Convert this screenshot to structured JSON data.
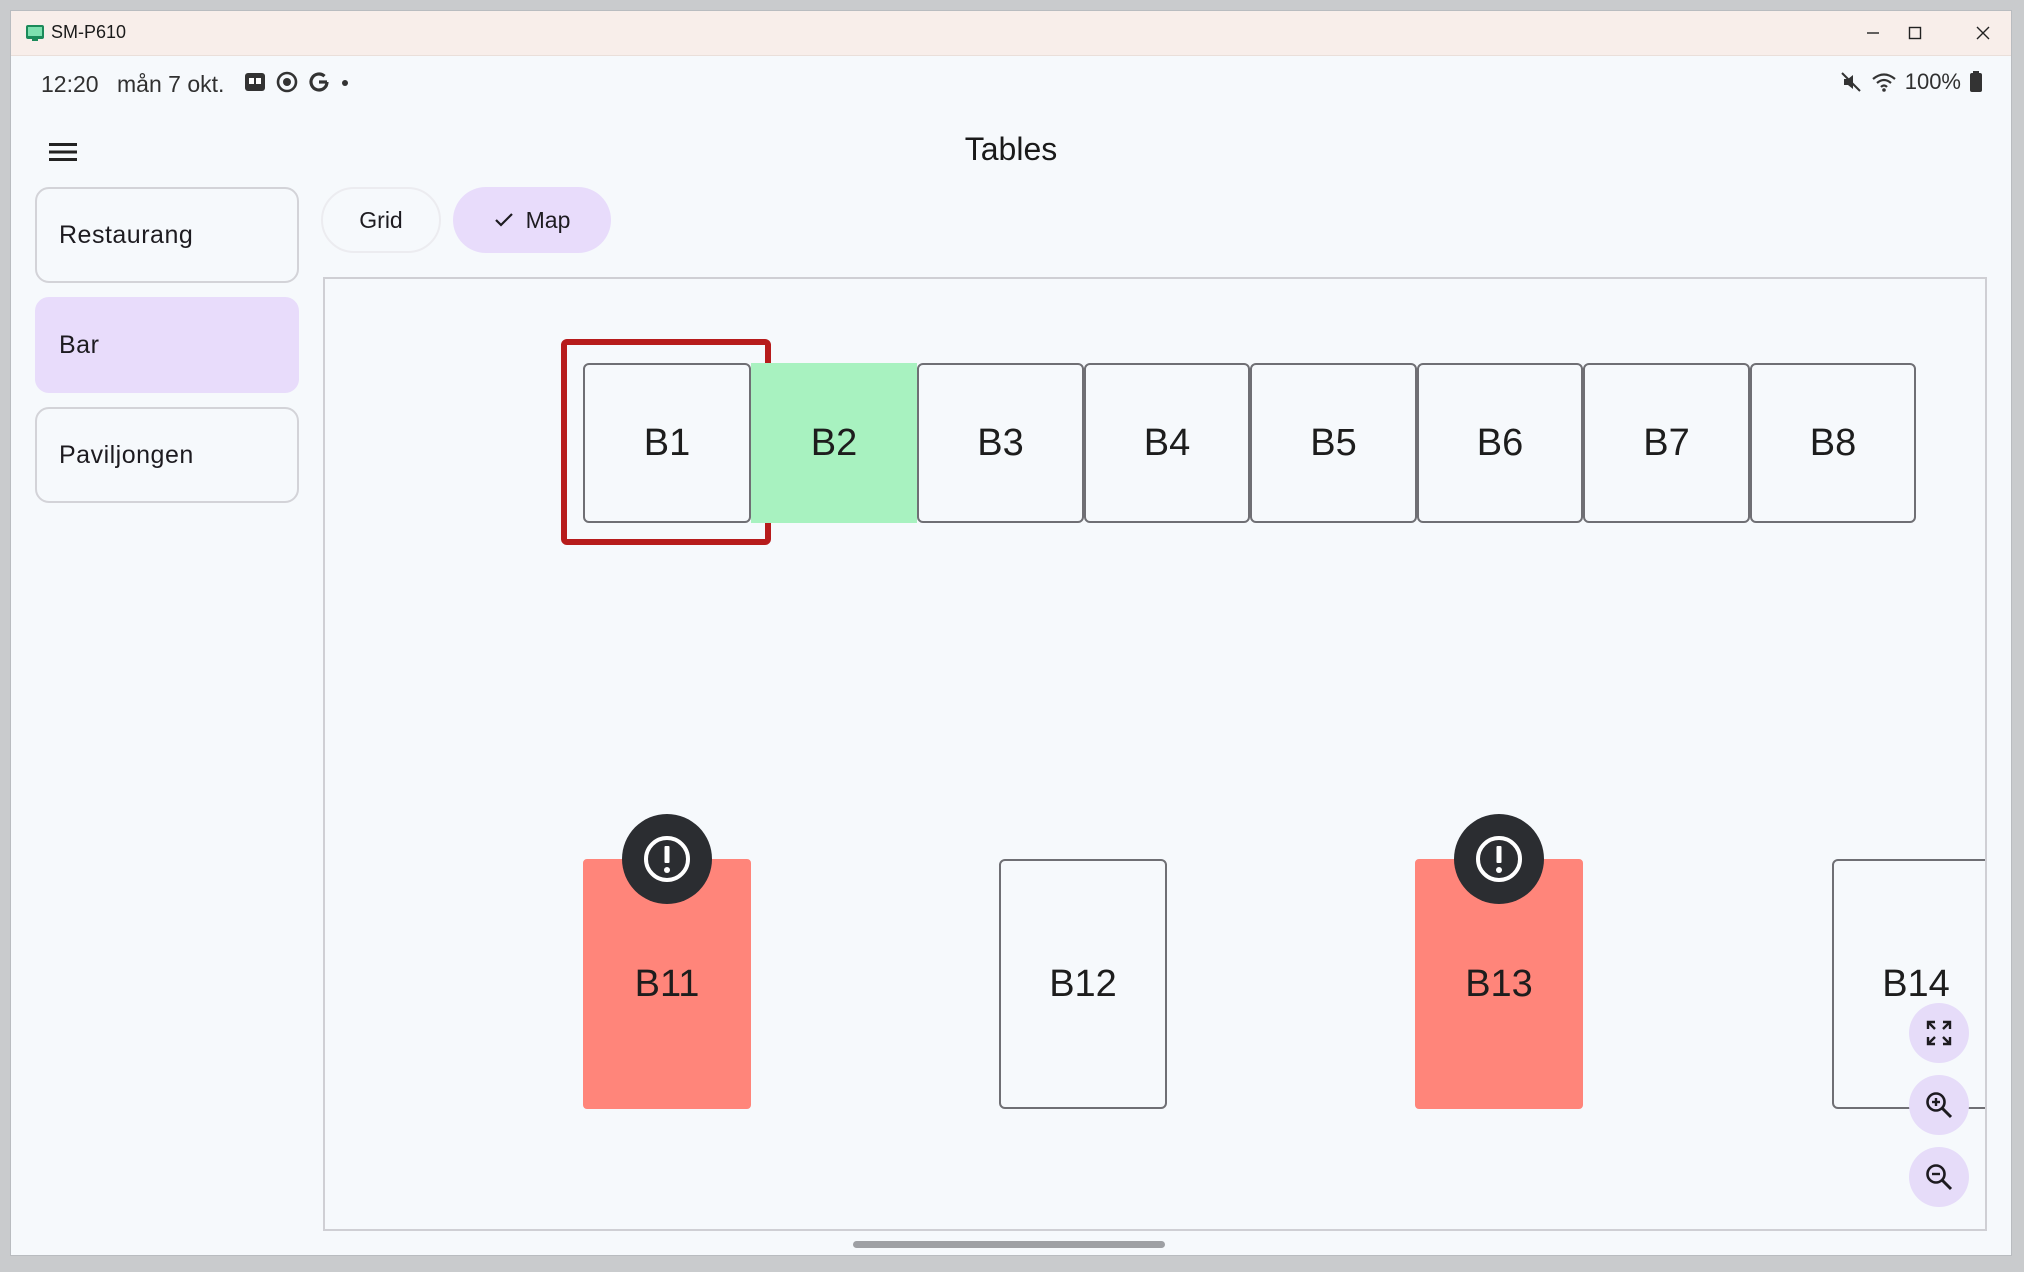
{
  "window": {
    "title": "SM-P610"
  },
  "status": {
    "time": "12:20",
    "date": "mån 7 okt.",
    "battery": "100%"
  },
  "header": {
    "title": "Tables"
  },
  "areas": [
    {
      "label": "Restaurang",
      "selected": false
    },
    {
      "label": "Bar",
      "selected": true
    },
    {
      "label": "Paviljongen",
      "selected": false
    }
  ],
  "view_toggle": {
    "grid_label": "Grid",
    "map_label": "Map",
    "selected": "Map"
  },
  "tables": {
    "B1": {
      "label": "B1",
      "status": "selected"
    },
    "B2": {
      "label": "B2",
      "status": "green"
    },
    "B3": {
      "label": "B3"
    },
    "B4": {
      "label": "B4"
    },
    "B5": {
      "label": "B5"
    },
    "B6": {
      "label": "B6"
    },
    "B7": {
      "label": "B7"
    },
    "B8": {
      "label": "B8"
    },
    "B11": {
      "label": "B11",
      "status": "alert"
    },
    "B12": {
      "label": "B12"
    },
    "B13": {
      "label": "B13",
      "status": "alert"
    },
    "B14": {
      "label": "B14"
    }
  },
  "colors": {
    "selected_outline": "#b71c1c",
    "occupied": "#a8f2c0",
    "alert": "#ff857a",
    "accent": "#e8dcfb"
  },
  "icons": [
    "hamburger-menu-icon",
    "check-icon",
    "alert-icon",
    "fit-screen-icon",
    "zoom-in-icon",
    "zoom-out-icon"
  ]
}
